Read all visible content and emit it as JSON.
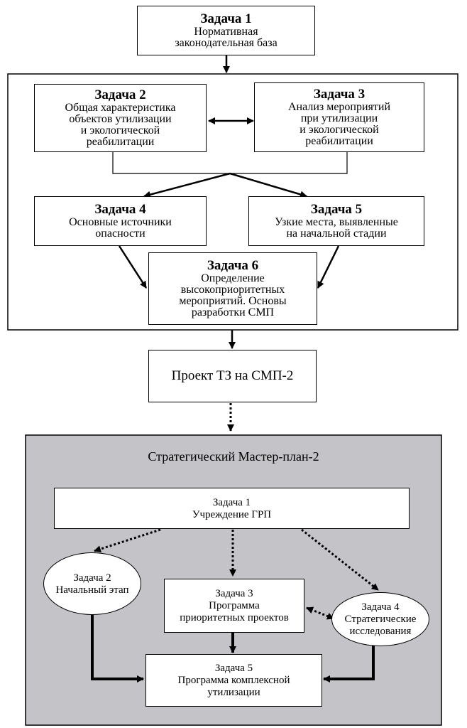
{
  "diagram": {
    "task1": {
      "title": "Задача 1",
      "text": [
        "Нормативная",
        "законодательная база"
      ]
    },
    "task2": {
      "title": "Задача 2",
      "text": [
        "Общая характеристика",
        "объектов утилизации",
        "и экологической",
        "реабилитации"
      ]
    },
    "task3": {
      "title": "Задача 3",
      "text": [
        "Анализ мероприятий",
        "при утилизации",
        "и экологической",
        "реабилитации"
      ]
    },
    "task4": {
      "title": "Задача 4",
      "text": [
        "Основные источники",
        "опасности"
      ]
    },
    "task5": {
      "title": "Задача 5",
      "text": [
        "Узкие места, выявленные",
        "на начальной стадии"
      ]
    },
    "task6": {
      "title": "Задача 6",
      "text": [
        "Определение",
        "высокоприоритетных",
        "мероприятий. Основы",
        "разработки СМП"
      ]
    },
    "project": {
      "text": "Проект ТЗ на СМП-2"
    },
    "masterplan": {
      "heading": "Стратегический Мастер-план-2",
      "task1": {
        "title": "Задача 1",
        "text": [
          "Учреждение ГРП"
        ]
      },
      "task2": {
        "title": "Задача 2",
        "text": [
          "Начальный этап"
        ]
      },
      "task3": {
        "title": "Задача 3",
        "text": [
          "Программа",
          "приоритетных проектов"
        ]
      },
      "task4": {
        "title": "Задача 4",
        "text": [
          "Стратегические",
          "исследования"
        ]
      },
      "task5": {
        "title": "Задача 5",
        "text": [
          "Программа комплексной",
          "утилизации"
        ]
      }
    }
  }
}
